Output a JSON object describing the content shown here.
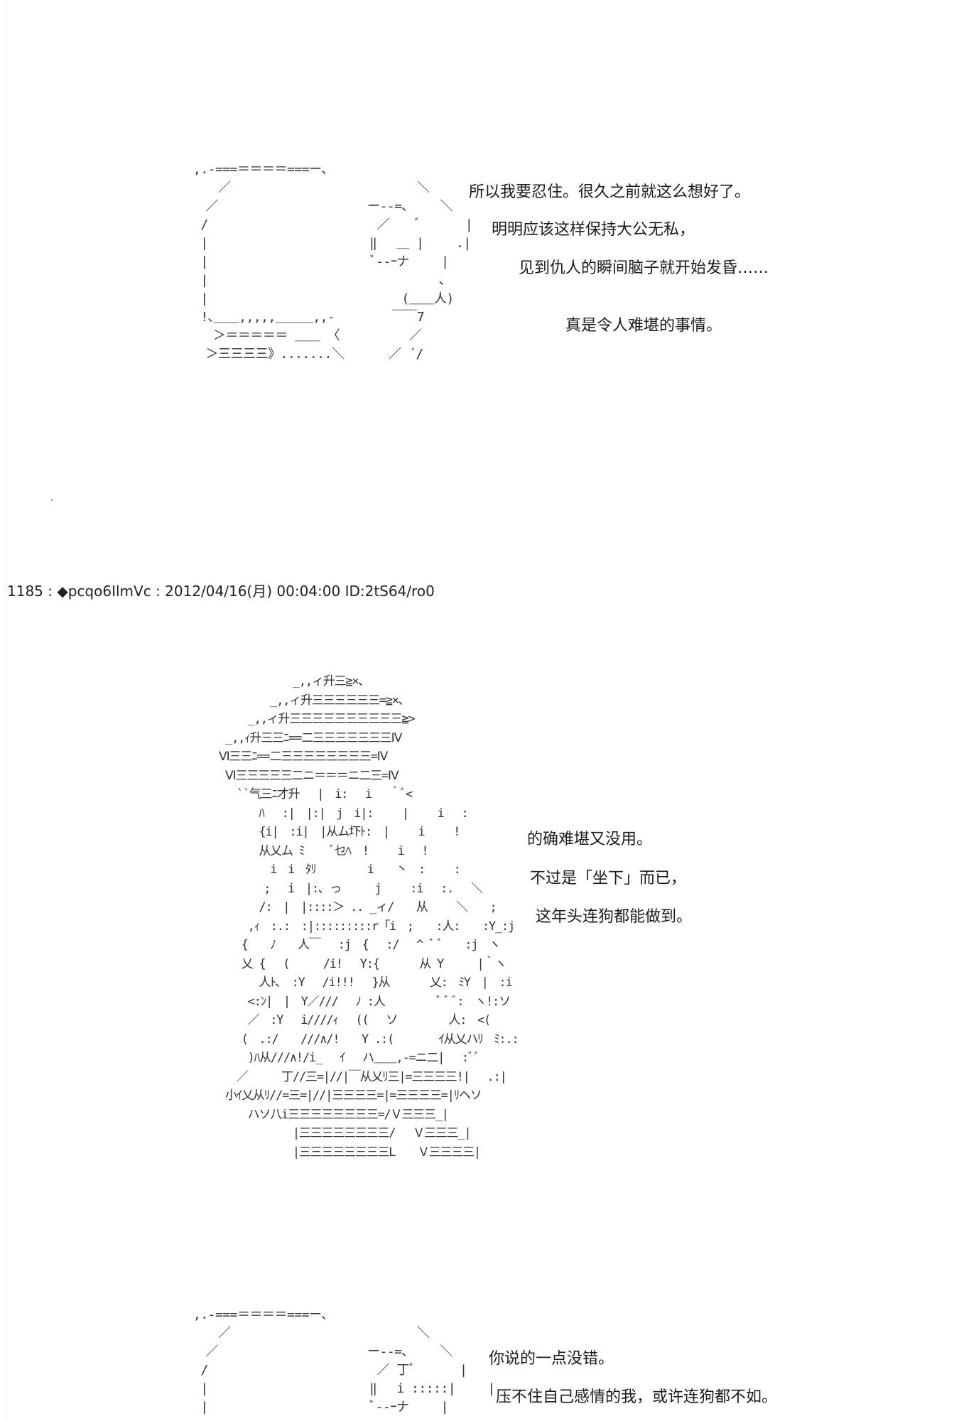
{
  "panel1": {
    "ascii_art": ",.-===＝＝＝＝===ー､\n　　／　　　　　　　　　　　　　　　＼\n　／　　　　　　　　　　　　ー--=､　　 ＼\n /　　　　　　　　　　　　　 ／　　ﾞ　　　 |\n |　　　　　　　　　　　　　‖　 ＿ | 　　.|\n |　　　　　　　　　　　　　ﾞ--ｰナ　　 |\n |　　　　　　　　　　　　　　　　　　 ､\n |　　　　　　　　　　　　　　　 (＿＿人)\n !､＿＿,,,,,＿＿＿,,-　　　　 ￣￣7\n　 ＞＝＝＝＝＝ ＿＿ 〈　　　　　 ／\n　＞三三三三》.......＼　　　 ／ ´/",
    "lines": [
      "所以我要忍住。很久之前就这么想好了。",
      "明明应该这样保持大公无私，",
      "见到仇人的瞬间脑子就开始发昏……",
      "真是令人难堪的事情。"
    ]
  },
  "post": {
    "header": "1185 : ◆pcqo6IlmVc : 2012/04/16(月) 00:04:00 ID:2tS64/ro0"
  },
  "panel2": {
    "ascii_art": "　　　　　　 _,,ィ升三≧×､\n　　　　 _,,ィ升三三三三三三=≧×､\n　　 _,,ィ升三三三三三三三三三三≧>\n _,,ｨ升三三ﾆ==二三三三三三三三Ⅳ\nⅥ三三ﾆ==二三三三三三三三三=Ⅳ\n Ⅵ三三三三三二ニ＝＝＝ニ二三=Ⅳ\n　 ``气三ﾆ才升　 |　i:　 i　 ｀ﾞ<\n　　　 ﾊ　 :|　|:|　j　i|:　　 |　　 i　 :\n　　　 {i|　:i|　|从ム圷ﾄ:　|　　 i　　 !\n　　　 从乂ム ﾐ　　 ﾞ乜ﾍ　!　　 i　 !\n　　　　 i　i　ﾀﾘ　　　　 i　　丶　:　　 :\n　　　　; 　i　|:､ っ　　　j　　 :i　 :.　 ＼\n　　　 /:　|　|::::＞ .. _ィ/　　从　　 ＼　　;\n　　 ,ｨ　:.:　:|:::::::::r「i　;　　:人:　　:Y_:j\n　　{　　ﾉ　　人￣　 :j　{　 :/　 ^ ﾞ ﾞ　　:j　ヽ\n　　乂 {　 (　　　/i!　 Y:{　　　 从 Y　　　|｀ヽ\n　　　 人ﾄ､　:Y　 /i!!!　 }从　　　 乂:　ﾐY　|　:i\n　　 <:ﾝ|　|　Y／///　 ﾉ :人　　　　 ﾞ ﾞ ﾞ:　ヽ!:ソ\n　　 ／　:Y　 i////ｨ　 ((　 ソ　　　　 人:　<(\n　　(　.:/　　///∧/!　　Y .:(　　　　ｲ从乂ハﾘ　ﾐ:.:\n　　 )ﾊ从///∧!/i_　 ｲ　 ハ＿＿,-=ニ二|　 :ﾞﾞ\n　 ／　　　丁//三=|//|￣从乂ﾘ三|=三三三三!|　 .:|\n 小ｲ乂从ﾘ//=三=|//|三三三三=|=三三三三=|ﾘヘソ\n　　 ハソ八i三三三三三三三三=/Ｖ三三三_|\n　　　　　　 |三三三三三三三三/　 Ｖ三三三_|\n　　　　　　 |三三三三三三三三L　　Ｖ三三三三|",
    "lines": [
      "的确难堪又没用。",
      "不过是「坐下」而已，",
      "这年头连狗都能做到。"
    ]
  },
  "panel3": {
    "ascii_art": ",.-===＝＝＝＝===ー､\n　　／　　　　　　　　　　　　　　　＼\n　／　　　　　　　　　　　　ー--=､　　 ＼\n /　　　　　　　　　　　　　 ／ 丁ﾞ　　　 |\n |　　　　　　　　　　　　　‖　 i :::::|　　 |\n |　　　　　　　　　　　　　ﾞ--ｰナ　　 |",
    "lines": [
      "你说的一点没错。",
      "压不住自己感情的我，或许连狗都不如。"
    ]
  }
}
